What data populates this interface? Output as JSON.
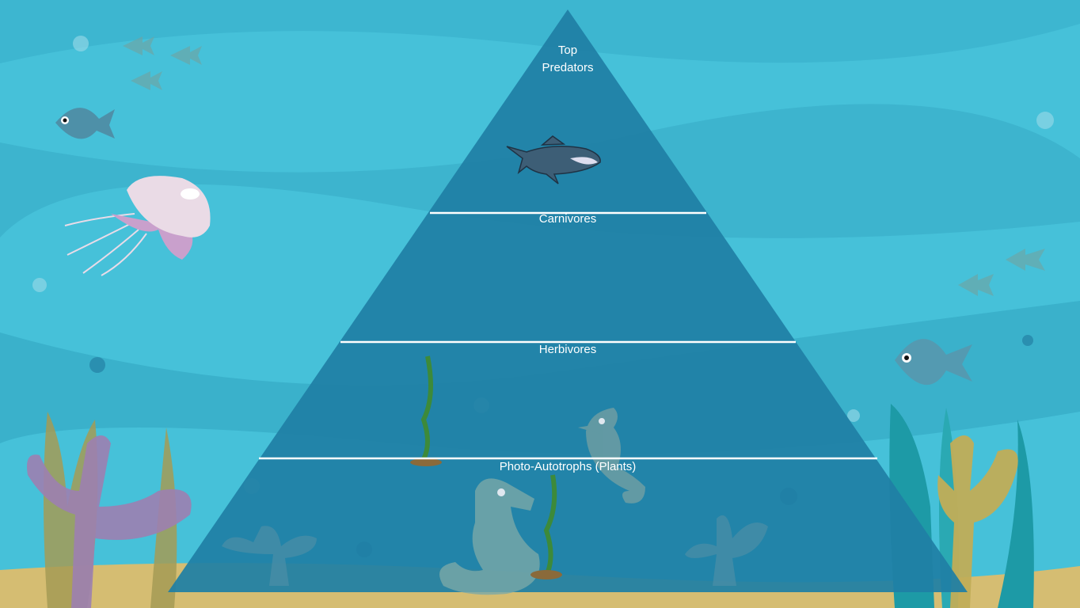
{
  "pyramid": {
    "levels": [
      {
        "label_line1": "Top",
        "label_line2": "Predators"
      },
      {
        "label": "Carnivores"
      },
      {
        "label": "Herbivores"
      },
      {
        "label": "Photo-Autotrophs (Plants)"
      }
    ],
    "colors": {
      "pyramid": "#1f7fa5",
      "divider": "#ffffff",
      "water": "#46c1d9",
      "sand": "#d5bd72"
    }
  },
  "icons": [
    "shark-icon",
    "jellyfish-icon",
    "fish-icon",
    "seahorse-icon",
    "seaweed-icon",
    "coral-icon"
  ]
}
